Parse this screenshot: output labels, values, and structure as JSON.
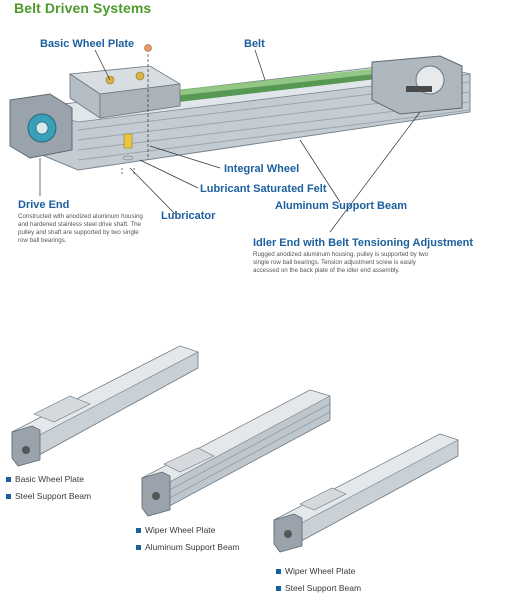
{
  "title": "Belt Driven Systems",
  "callouts": {
    "basic_wheel_plate": "Basic Wheel Plate",
    "belt": "Belt",
    "integral_wheel": "Integral Wheel",
    "lubricant_felt": "Lubricant Saturated Felt",
    "lubricator": "Lubricator",
    "aluminum_beam": "Aluminum Support Beam"
  },
  "drive_end": {
    "heading": "Drive End",
    "text": "Constructed with anodized aluminum housing and hardened stainless steel drive shaft. The pulley and shaft are supported by two single row ball bearings."
  },
  "idler_end": {
    "heading": "Idler End with Belt Tensioning Adjustment",
    "text": "Rugged anodized aluminum housing, pulley is supported by two single row ball bearings. Tension adjustment screw is easily accessed on the back plate of the idler end assembly."
  },
  "configs": [
    {
      "plate": "Basic Wheel Plate",
      "beam": "Steel Support Beam"
    },
    {
      "plate": "Wiper Wheel Plate",
      "beam": "Aluminum Support Beam"
    },
    {
      "plate": "Wiper Wheel Plate",
      "beam": "Steel Support Beam"
    }
  ],
  "colors": {
    "title_green": "#4e9a2c",
    "label_blue": "#1b5f9e",
    "belt_green": "#3d8a3a",
    "housing_teal": "#3aa0b8"
  }
}
